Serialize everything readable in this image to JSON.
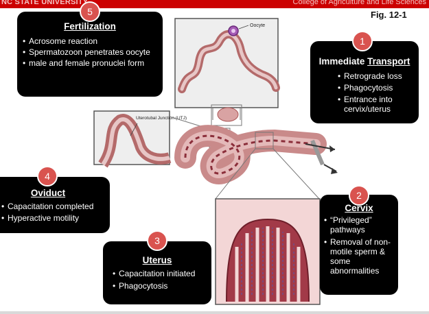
{
  "header": {
    "left": "NC STATE UNIVERSITY",
    "right": "College of Agriculture and Life Sciences"
  },
  "figure_label": "Fig. 12-1",
  "illustration": {
    "oocyte_label": "Oocyte",
    "utj_label": "Uterotubal Junction (UTJ)"
  },
  "boxes": {
    "fertilization": {
      "number": "5",
      "title": "Fertilization",
      "items": [
        "Acrosome reaction",
        "Spermatozoon penetrates oocyte",
        "male and female pronuclei form"
      ]
    },
    "transport": {
      "number": "1",
      "title_a": "Immediate ",
      "title_b": "Transport",
      "items": [
        "Retrograde loss",
        "Phagocytosis",
        "Entrance into cervix/uterus"
      ]
    },
    "oviduct": {
      "number": "4",
      "title": "Oviduct",
      "items": [
        "Capacitation completed",
        "Hyperactive motility"
      ]
    },
    "uterus": {
      "number": "3",
      "title": "Uterus",
      "items": [
        "Capacitation initiated",
        "Phagocytosis"
      ]
    },
    "cervix": {
      "number": "2",
      "title": "Cervix",
      "items": [
        "“Privileged” pathways",
        "Removal of non-motile sperm & some abnormalities"
      ]
    }
  },
  "colors": {
    "header": "#cc0000",
    "badge": "#d9534f",
    "box": "#000000",
    "tissue": "#c98a8a",
    "tissue_dark": "#8b2e3a"
  }
}
